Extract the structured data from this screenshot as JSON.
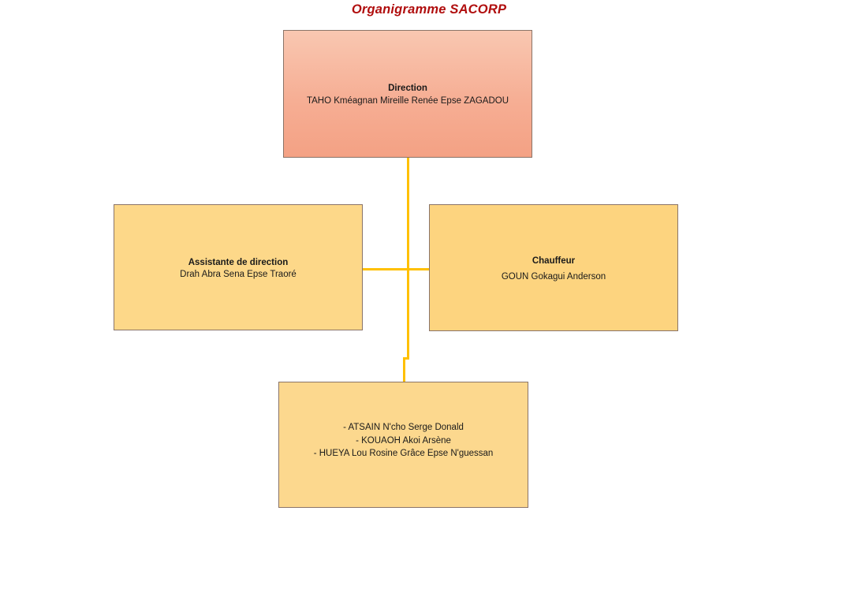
{
  "chart": {
    "title": "Organigramme SACORP",
    "title_color": "#b00e0e",
    "connector_color": "#ffc000",
    "nodes": {
      "direction": {
        "role": "Direction",
        "person": "TAHO Kméagnan Mireille Renée Epse ZAGADOU",
        "fill_top": "#f9c7b1",
        "fill_bottom": "#f4a184",
        "border": "#8a7468"
      },
      "assistante": {
        "role": "Assistante de direction",
        "person": "Drah Abra Sena Epse Traoré",
        "fill": "#fdd889",
        "border": "#8a7468"
      },
      "chauffeur": {
        "role": "Chauffeur",
        "person": "GOUN Gokagui Anderson",
        "fill": "#fdd47f",
        "border": "#8a7468"
      },
      "team": {
        "members": [
          "- ATSAIN N'cho Serge Donald",
          "- KOUAOH Akoi Arsène",
          "- HUEYA Lou Rosine Grâce Epse N'guessan"
        ],
        "fill": "#fcd88e",
        "border": "#8a7468"
      }
    }
  }
}
